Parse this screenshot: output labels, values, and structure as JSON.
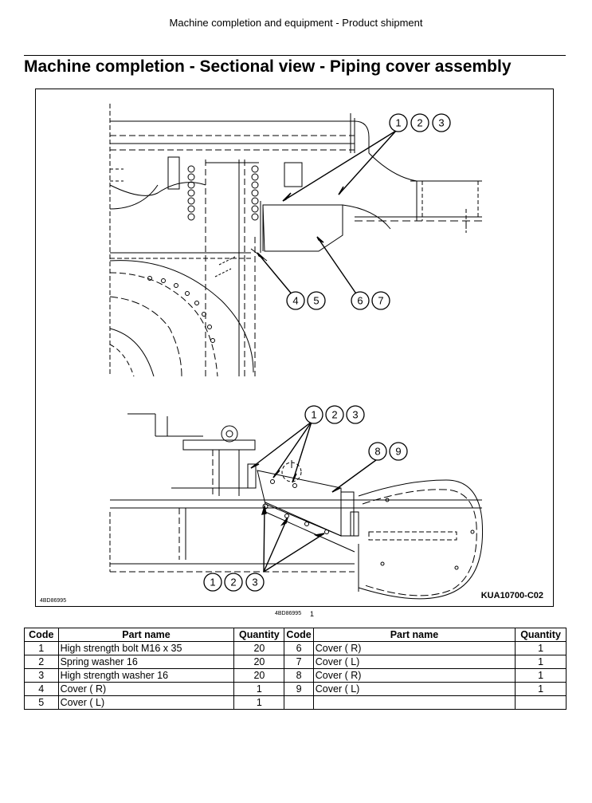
{
  "header": {
    "running_title": "Machine completion and equipment - Product shipment"
  },
  "page": {
    "title": "Machine completion - Sectional view - Piping cover assembly"
  },
  "figure": {
    "drawing_id": "4BD86995",
    "figure_code": "KUA10700-C02",
    "callouts": {
      "top_a": [
        "1",
        "2",
        "3"
      ],
      "top_b": [
        "4",
        "5"
      ],
      "top_c": [
        "6",
        "7"
      ],
      "bottom_a": [
        "1",
        "2",
        "3"
      ],
      "bottom_b": [
        "8",
        "9"
      ],
      "bottom_c": [
        "1",
        "2",
        "3"
      ]
    }
  },
  "below_figure": {
    "drawing_id": "4BD86995",
    "page_number": "1"
  },
  "parts_table": {
    "headers": [
      "Code",
      "Part name",
      "Quantity",
      "Code",
      "Part name",
      "Quantity"
    ],
    "rows": [
      [
        "1",
        "High strength bolt M16 x 35",
        "20",
        "6",
        "Cover ( R)",
        "1"
      ],
      [
        "2",
        "Spring washer 16",
        "20",
        "7",
        "Cover ( L)",
        "1"
      ],
      [
        "3",
        "High strength washer 16",
        "20",
        "8",
        "Cover ( R)",
        "1"
      ],
      [
        "4",
        "Cover ( R)",
        "1",
        "9",
        "Cover ( L)",
        "1"
      ],
      [
        "5",
        "Cover ( L)",
        "1",
        "",
        "",
        ""
      ]
    ]
  }
}
